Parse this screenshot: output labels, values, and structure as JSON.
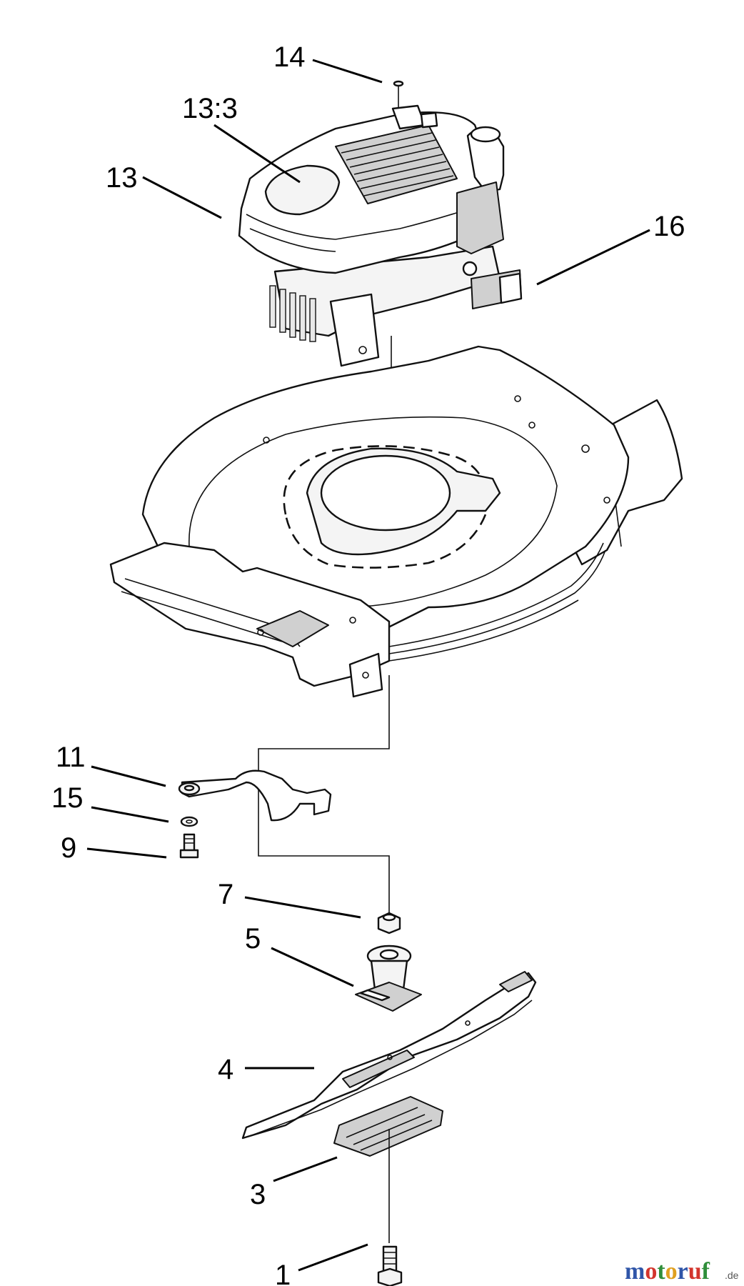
{
  "callouts": [
    {
      "id": "14",
      "label": "14"
    },
    {
      "id": "13_3",
      "label": "13:3"
    },
    {
      "id": "13",
      "label": "13"
    },
    {
      "id": "16",
      "label": "16"
    },
    {
      "id": "11",
      "label": "11"
    },
    {
      "id": "15",
      "label": "15"
    },
    {
      "id": "9",
      "label": "9"
    },
    {
      "id": "7",
      "label": "7"
    },
    {
      "id": "5",
      "label": "5"
    },
    {
      "id": "4",
      "label": "4"
    },
    {
      "id": "3",
      "label": "3"
    },
    {
      "id": "1",
      "label": "1"
    }
  ],
  "watermark": {
    "main": "motoruf",
    "suffix": ".de",
    "colors": [
      "#2f55a8",
      "#d3352d",
      "#2f8e3a",
      "#e0a020"
    ]
  },
  "parts": [
    "engine",
    "decal",
    "mower-deck",
    "blade-stiffener",
    "washer",
    "bolt",
    "flange-nut",
    "blade-adapter",
    "blade",
    "sail",
    "blade-bolt",
    "screw"
  ]
}
